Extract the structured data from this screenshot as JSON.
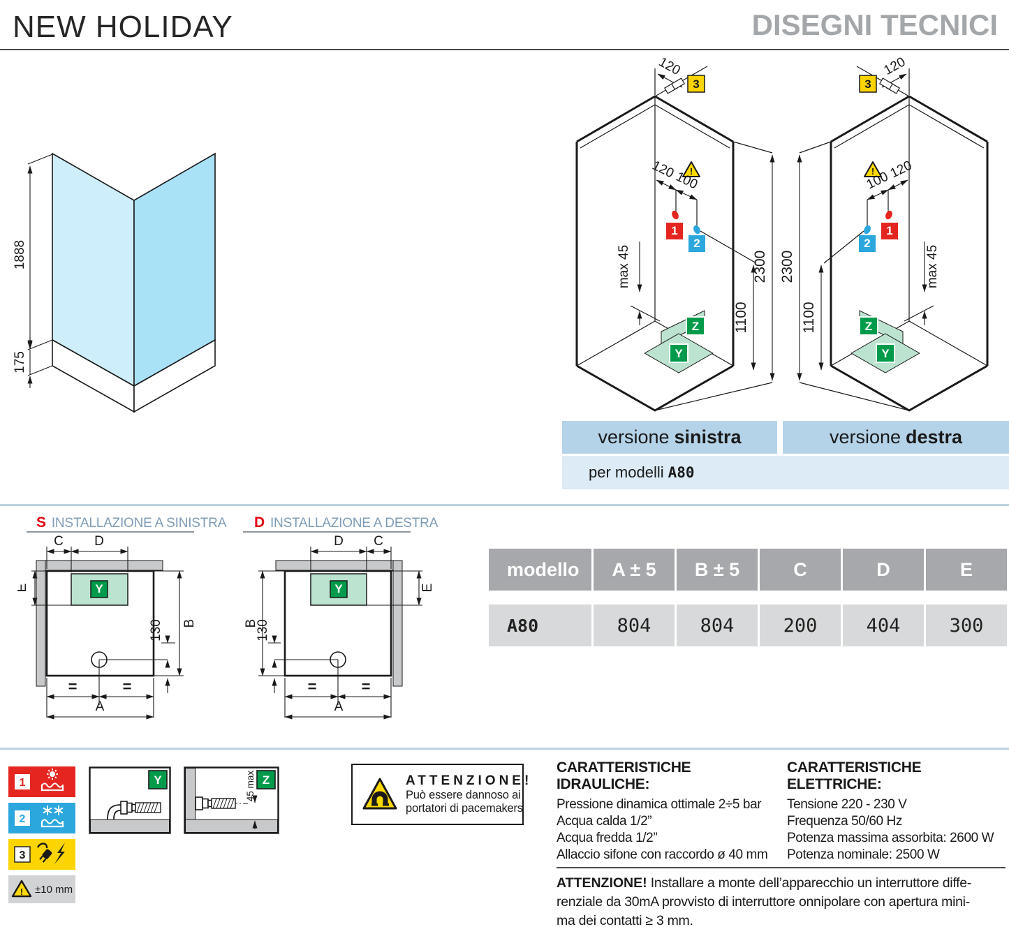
{
  "header": {
    "title": "NEW HOLIDAY",
    "subtitle": "DISEGNI TECNICI"
  },
  "colors": {
    "accent_band": "#b5d3e8",
    "light_band": "#dcebf5",
    "divider": "#bdd2e0",
    "red": "#e52620",
    "blue": "#2ba7de",
    "yellow": "#fcd400",
    "green": "#009b4a",
    "green_light": "#bce3cf",
    "glass_left": "#cfeefb",
    "glass_right": "#a9e1f6",
    "table_header": "#a6a8ab",
    "table_row": "#d8d9da",
    "wall_gray": "#c8c9ca"
  },
  "corner_drawing": {
    "glass_height": "1888",
    "tray_height": "175"
  },
  "cabin": {
    "dim_top": "120",
    "dim_near": "120",
    "dim_far": "100",
    "dim_max": "max 45",
    "dim_mid_height": "1100",
    "dim_total_height": "2300",
    "hot": "1",
    "cold": "2",
    "power": "3",
    "tray": "Y",
    "drain": "Z",
    "warn": "!"
  },
  "versions": {
    "left_normal": "versione",
    "left_bold": "sinistra",
    "right_normal": "versione",
    "right_bold": "destra",
    "models_normal": "per modelli",
    "models_bold": "A80"
  },
  "installations": {
    "left_letter": "S",
    "left_title": "INSTALLAZIONE A SINISTRA",
    "right_letter": "D",
    "right_title": "INSTALLAZIONE A DESTRA",
    "dims": {
      "a": "A",
      "b": "B",
      "c": "C",
      "d": "D",
      "e": "E",
      "drain_offset": "130",
      "equal": "=",
      "tray": "Y"
    }
  },
  "table": {
    "headers": [
      "modello",
      "A ± 5",
      "B ± 5",
      "C",
      "D",
      "E"
    ],
    "row": {
      "model": "A80",
      "a": "804",
      "b": "804",
      "c": "200",
      "d": "404",
      "e": "300"
    }
  },
  "legend": {
    "hot_num": "1",
    "cold_num": "2",
    "power_num": "3",
    "tolerance": "±10 mm",
    "warn": "!"
  },
  "details": {
    "y_label": "Y",
    "z_label": "Z",
    "z_dim": "45 max"
  },
  "pacemaker_warning": {
    "title": "ATTENZIONE!",
    "line1": "Può essere dannoso ai",
    "line2": "portatori di pacemakers"
  },
  "hydraulic": {
    "title": "CARATTERISTICHE IDRAULICHE:",
    "lines": [
      "Pressione dinamica ottimale 2÷5 bar",
      "Acqua calda 1/2”",
      "Acqua fredda 1/2”",
      "Allaccio sifone con raccordo ø 40 mm"
    ]
  },
  "electric": {
    "title": "CARATTERISTICHE ELETTRICHE:",
    "lines": [
      "Tensione 220 - 230 V",
      "Frequenza 50/60 Hz",
      "Potenza massima assorbita: 2600 W",
      "Potenza nominale: 2500 W"
    ]
  },
  "bottom_note": {
    "label": "ATTENZIONE!",
    "lines": [
      "Installare a monte dell’apparecchio un interruttore diffe-",
      "renziale da 30mA provvisto di interruttore onnipolare con apertura mini-",
      "ma dei contatti ≥ 3 mm."
    ]
  }
}
